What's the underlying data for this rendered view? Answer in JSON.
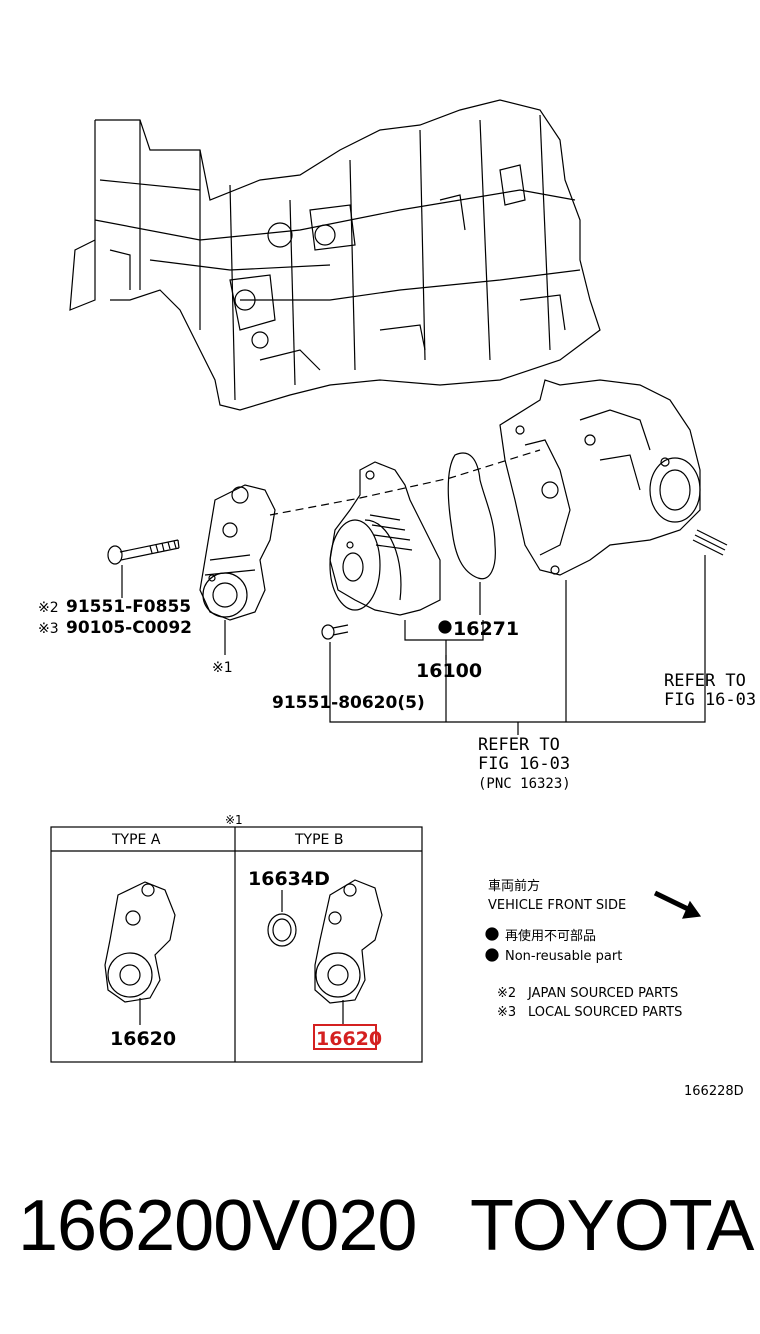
{
  "labels": {
    "bolt_a_japan": "91551-F0855",
    "bolt_a_local": "90105-C0092",
    "mark2": "※2",
    "mark3": "※3",
    "mark1": "※1",
    "mark1_top": "※1",
    "gasket": "16271",
    "pump": "16100",
    "bolt_b": "91551-80620(5)",
    "refer_right_1": "REFER TO",
    "refer_right_2": "FIG 16-03",
    "refer_mid_1": "REFER TO",
    "refer_mid_2": "FIG 16-03",
    "refer_mid_3": "(PNC 16323)"
  },
  "table": {
    "col_a": "TYPE A",
    "col_b": "TYPE B",
    "part_a": "16620",
    "part_b": "16620",
    "seal": "16634D"
  },
  "legend": {
    "front_jp": "車両前方",
    "front_en": "VEHICLE FRONT SIDE",
    "nonreuse_jp": "再使用不可部品",
    "nonreuse_en": "Non-reusable part",
    "japan_mark": "※2",
    "japan_parts": "JAPAN SOURCED PARTS",
    "local_mark": "※3",
    "local_parts": "LOCAL SOURCED PARTS"
  },
  "diagram_code": "166228D",
  "footer": {
    "part_number": "166200V020",
    "brand": "TOYOTA"
  },
  "colors": {
    "highlight": "#d42020",
    "ink": "#000000"
  }
}
